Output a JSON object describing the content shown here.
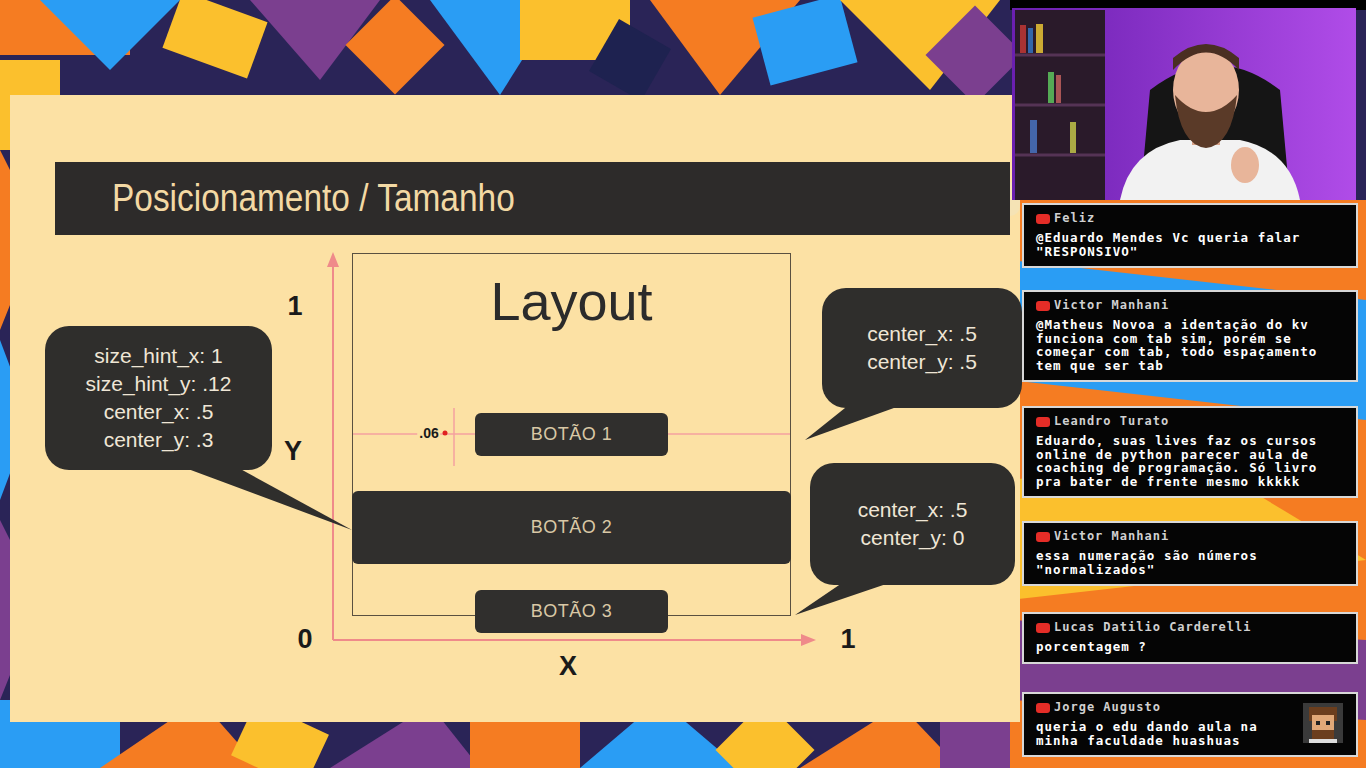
{
  "diagram": {
    "title": "Posicionamento / Tamanho",
    "nodes": [
      {
        "text": [
          "Layout"
        ]
      },
      {
        "text": [
          "BOTÃO 1"
        ],
        "in": 0
      },
      {
        "text": [
          "BOTÃO 2"
        ],
        "in": 0
      },
      {
        "text": [
          "BOTÃO 3"
        ]
      },
      {
        "text": [
          "size_hint_x: 1",
          "size_hint_y: .12",
          "center_x: .5",
          "center_y: .3"
        ]
      },
      {
        "text": [
          "center_x: .5",
          "center_y: .5"
        ]
      },
      {
        "text": [
          "center_x: .5",
          "center_y: 0"
        ]
      },
      {
        "text": [
          "Feliz",
          "@Eduardo Mendes Vc queria falar \"RESPONSIVO\""
        ]
      },
      {
        "text": [
          "Victor Manhani",
          "@Matheus Novoa a identação do kv funciona com tab sim, porém se começar com tab, todo espaçamento tem que ser tab"
        ]
      },
      {
        "text": [
          "Leandro Turato",
          "Eduardo, suas lives faz os cursos online de python parecer aula de coaching de programação. Só livro pra bater de frente mesmo kkkkk"
        ]
      },
      {
        "text": [
          "Victor Manhani",
          "essa numeração são números \"normalizados\""
        ]
      },
      {
        "text": [
          "Lucas Datilio Carderelli",
          "porcentagem ?"
        ]
      },
      {
        "text": [
          "Jorge Augusto",
          "queria o edu dando aula na minha faculdade huashuas"
        ]
      }
    ],
    "labels": [
      "1",
      "Y",
      ".06",
      "0",
      "X",
      "1"
    ]
  }
}
